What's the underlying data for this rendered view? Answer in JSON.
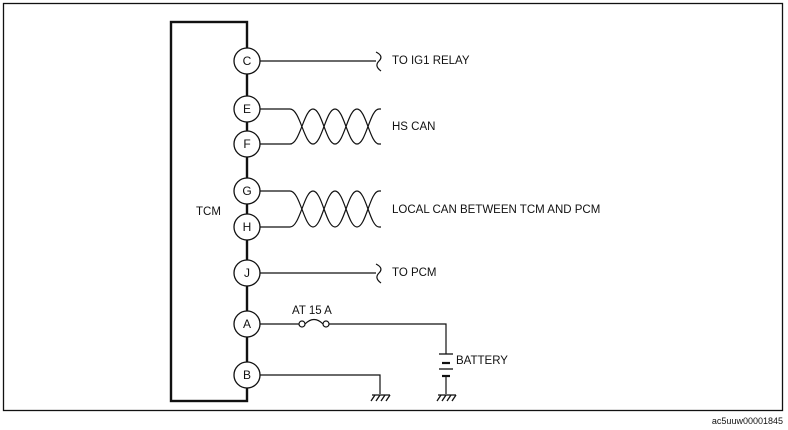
{
  "module_label": "TCM",
  "pins": [
    {
      "id": "C",
      "label": "C"
    },
    {
      "id": "E",
      "label": "E"
    },
    {
      "id": "F",
      "label": "F"
    },
    {
      "id": "G",
      "label": "G"
    },
    {
      "id": "H",
      "label": "H"
    },
    {
      "id": "J",
      "label": "J"
    },
    {
      "id": "A",
      "label": "A"
    },
    {
      "id": "B",
      "label": "B"
    }
  ],
  "connections": {
    "ig1_relay": "TO IG1 RELAY",
    "hs_can": "HS CAN",
    "local_can": "LOCAL CAN BETWEEN TCM AND PCM",
    "pcm": "TO PCM",
    "fuse": "AT 15 A",
    "battery": "BATTERY"
  },
  "reference_code": "ac5uuw00001845"
}
